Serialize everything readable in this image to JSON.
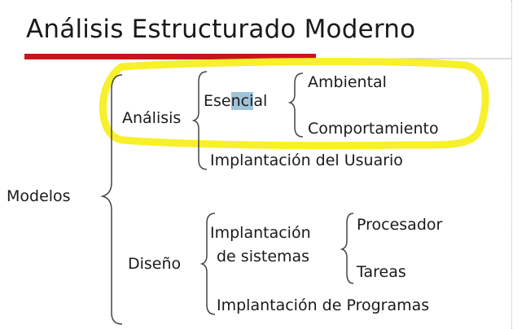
{
  "title": "Análisis Estructurado Moderno",
  "colors": {
    "title_bar": "#c8151c",
    "highlight": "#f7f02a",
    "selection": "#9fc3d9",
    "text": "#1a1a1a",
    "brace": "#444444"
  },
  "tree": {
    "root": "Modelos",
    "analysis": {
      "label": "Análisis",
      "essential": {
        "label_pre": "Ese",
        "label_selected": "nci",
        "label_post": "al",
        "children": [
          "Ambiental",
          "Comportamiento"
        ]
      },
      "user_implementation": "Implantación del Usuario"
    },
    "design": {
      "label": "Diseño",
      "systems": {
        "label_line1": "Implantación",
        "label_line2": "de sistemas",
        "children": [
          "Procesador",
          "Tareas"
        ]
      },
      "program_implementation": "Implantación de Programas"
    }
  }
}
